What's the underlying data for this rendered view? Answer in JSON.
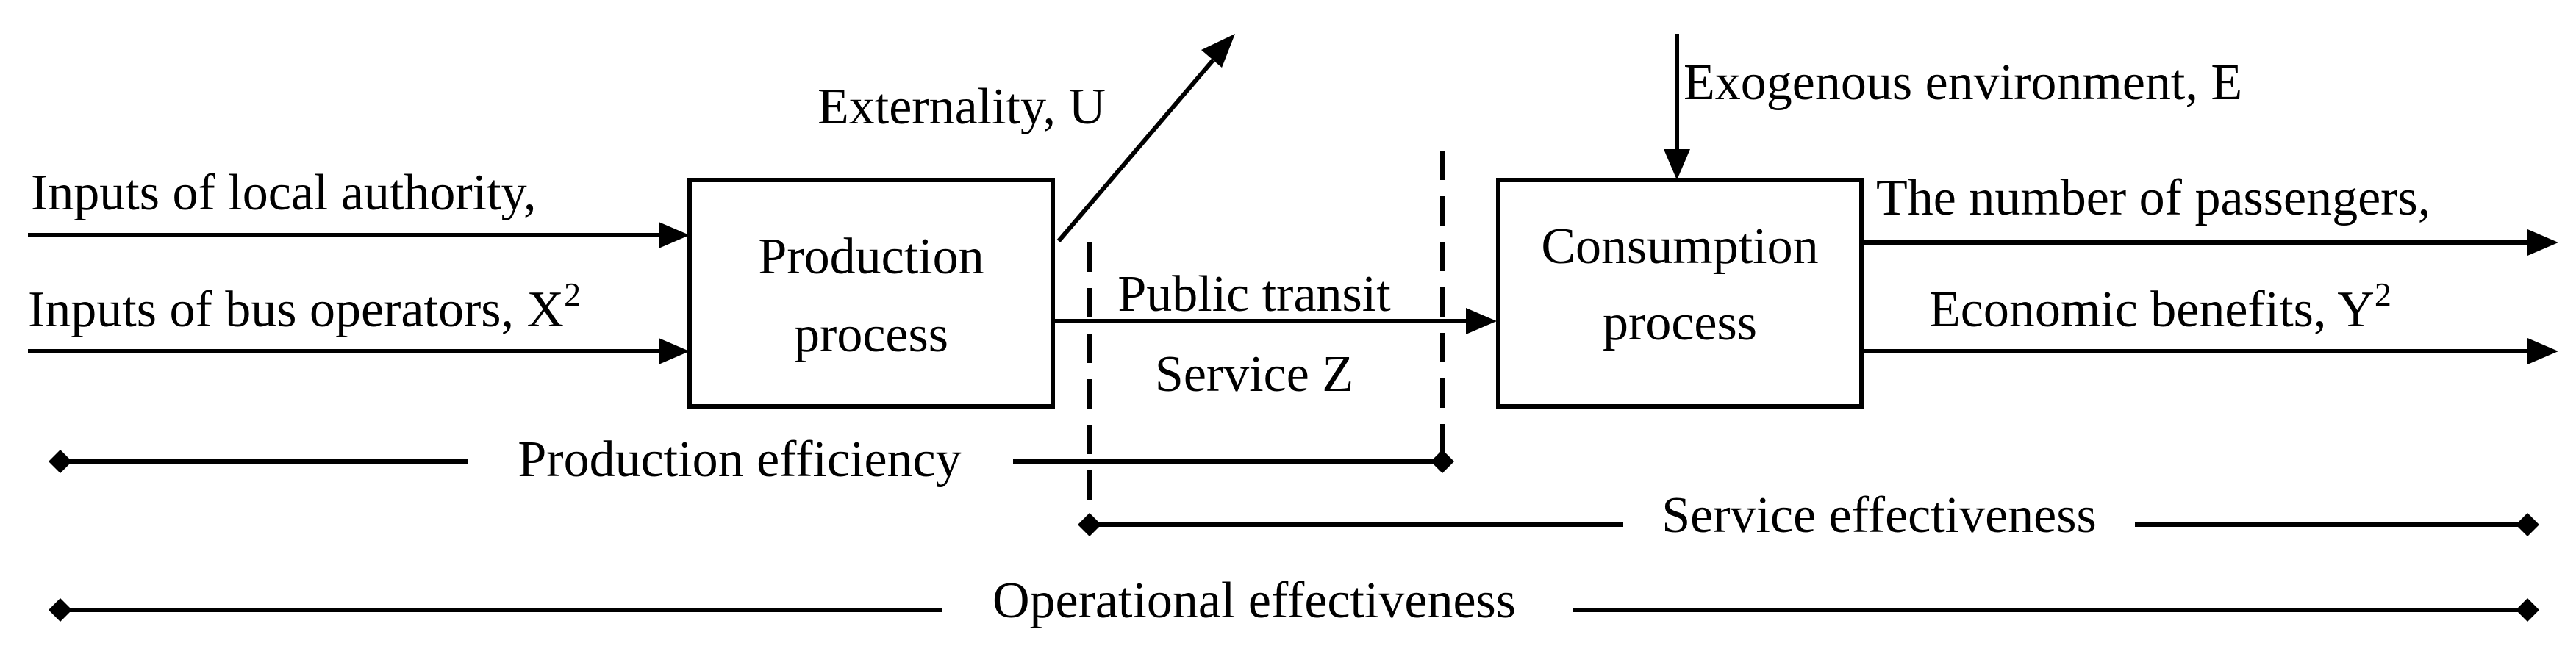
{
  "inputs": {
    "local_authority": "Inputs of local authority,",
    "bus_operators": "Inputs of bus operators, X",
    "bus_operators_sup": "2"
  },
  "externality": "Externality, U",
  "exogenous": "Exogenous environment, E",
  "production_box": {
    "line1": "Production",
    "line2": "process"
  },
  "consumption_box": {
    "line1": "Consumption",
    "line2": "process"
  },
  "service": {
    "line1": "Public transit",
    "line2": "Service Z"
  },
  "outputs": {
    "passengers": "The number of passengers,",
    "economic": "Economic benefits, Y",
    "economic_sup": "2"
  },
  "measures": {
    "production_efficiency": "Production efficiency",
    "service_effectiveness": "Service effectiveness",
    "operational_effectiveness": "Operational effectiveness"
  }
}
